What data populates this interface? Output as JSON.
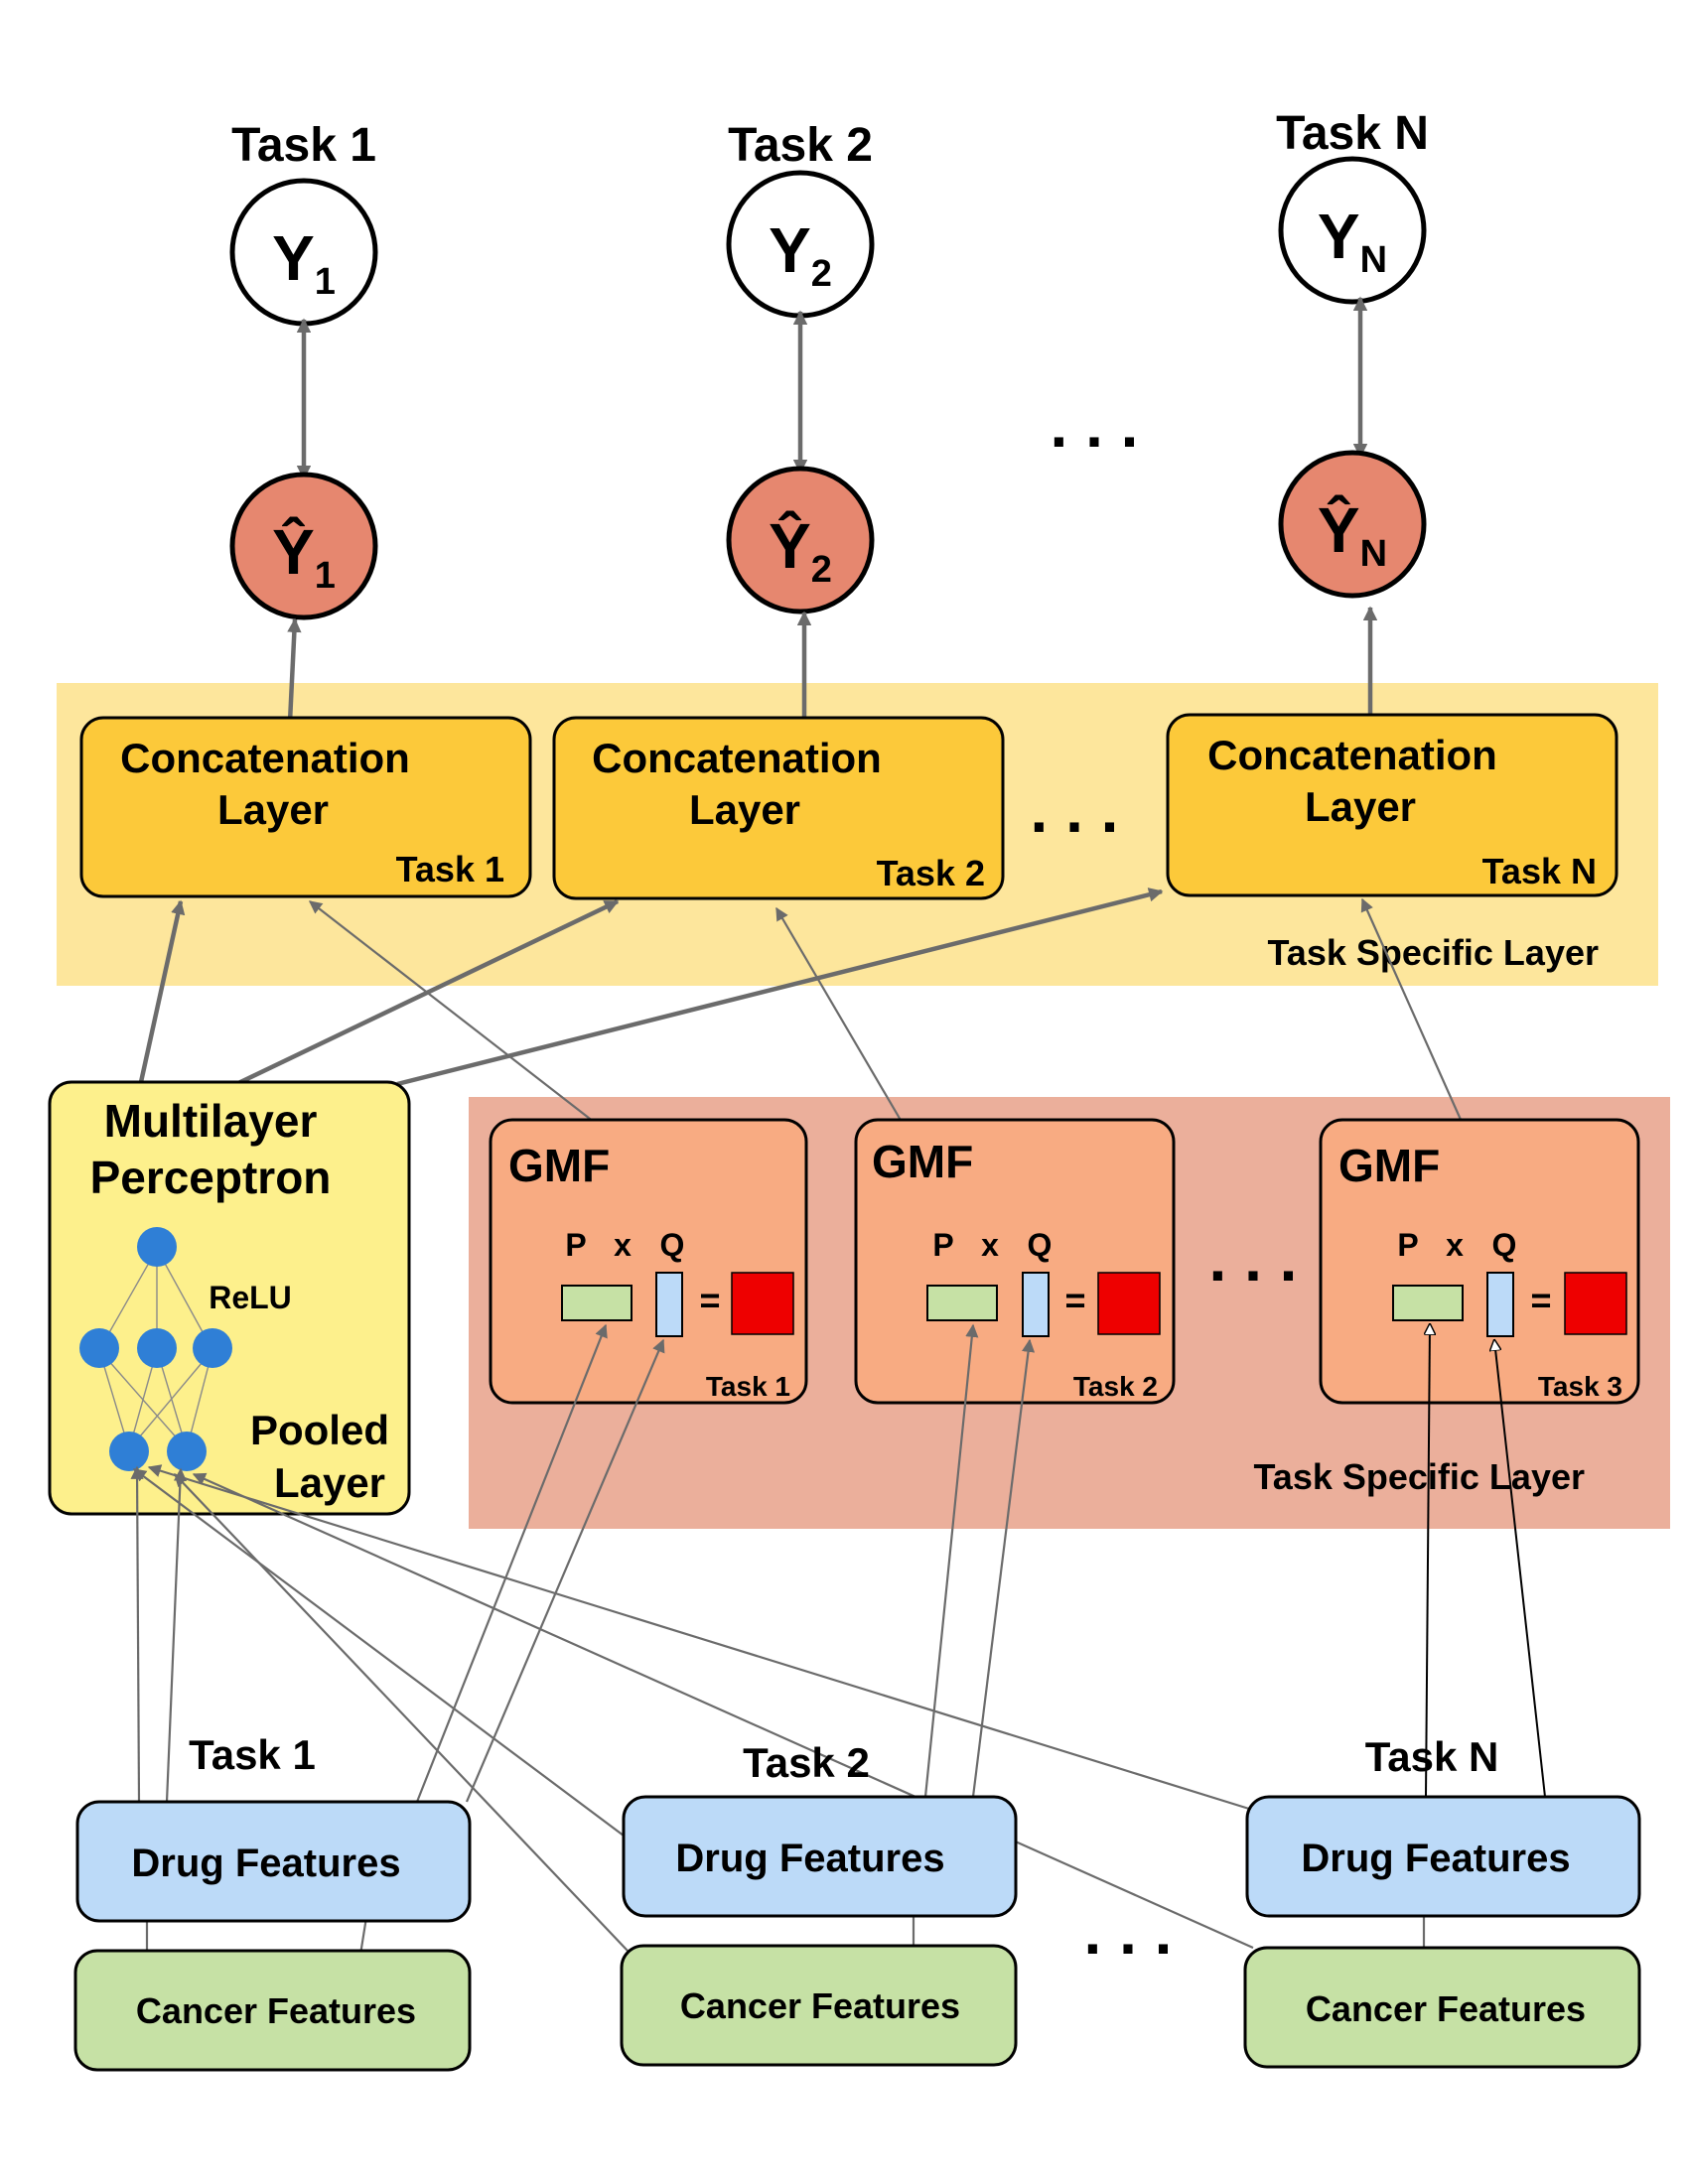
{
  "tasks": [
    {
      "header": "Task 1",
      "y_label": "Y",
      "y_sub": "1",
      "yhat_label": "Ŷ",
      "yhat_sub": "1",
      "concat_label_line1": "Concatenation",
      "concat_label_line2": "Layer",
      "concat_task": "Task 1",
      "bottom_task": "Task 1",
      "drug_label": "Drug Features",
      "cancer_label": "Cancer Features"
    },
    {
      "header": "Task 2",
      "y_label": "Y",
      "y_sub": "2",
      "yhat_label": "Ŷ",
      "yhat_sub": "2",
      "concat_label_line1": "Concatenation",
      "concat_label_line2": "Layer",
      "concat_task": "Task 2",
      "bottom_task": "Task 2",
      "drug_label": "Drug Features",
      "cancer_label": "Cancer Features"
    },
    {
      "header": "Task N",
      "y_label": "Y",
      "y_sub": "N",
      "yhat_label": "Ŷ",
      "yhat_sub": "N",
      "concat_label_line1": "Concatenation",
      "concat_label_line2": "Layer",
      "concat_task": "Task N",
      "bottom_task": "Task N",
      "drug_label": "Drug Features",
      "cancer_label": "Cancer Features"
    }
  ],
  "gmf": [
    {
      "title": "GMF",
      "p": "P",
      "x": "x",
      "q": "Q",
      "eq": "=",
      "task": "Task 1"
    },
    {
      "title": "GMF",
      "p": "P",
      "x": "x",
      "q": "Q",
      "eq": "=",
      "task": "Task 2"
    },
    {
      "title": "GMF",
      "p": "P",
      "x": "x",
      "q": "Q",
      "eq": "=",
      "task": "Task 3"
    }
  ],
  "task_specific_top_label": "Task Specific Layer",
  "task_specific_gmf_label": "Task Specific Layer",
  "mlp": {
    "title_line1": "Multilayer",
    "title_line2": "Perceptron",
    "relu_label": "ReLU",
    "pooled_line1": "Pooled",
    "pooled_line2": "Layer"
  },
  "ellipsis": ". . .",
  "colors": {
    "top_band": "#fde69c",
    "concat_box": "#fcc93a",
    "gmf_band": "#ebaf9b",
    "gmf_box": "#f8ab82",
    "yhat_circle": "#e6876f",
    "mlp_box": "#fdf08c",
    "neuron": "#2f7fd6",
    "drug_box": "#bcdaf8",
    "cancer_box": "#c6e1a5",
    "p_rect": "#c6e1a5",
    "q_rect": "#bcdaf8",
    "result_square": "#ee0000",
    "arrow": "#6b6b6b"
  }
}
